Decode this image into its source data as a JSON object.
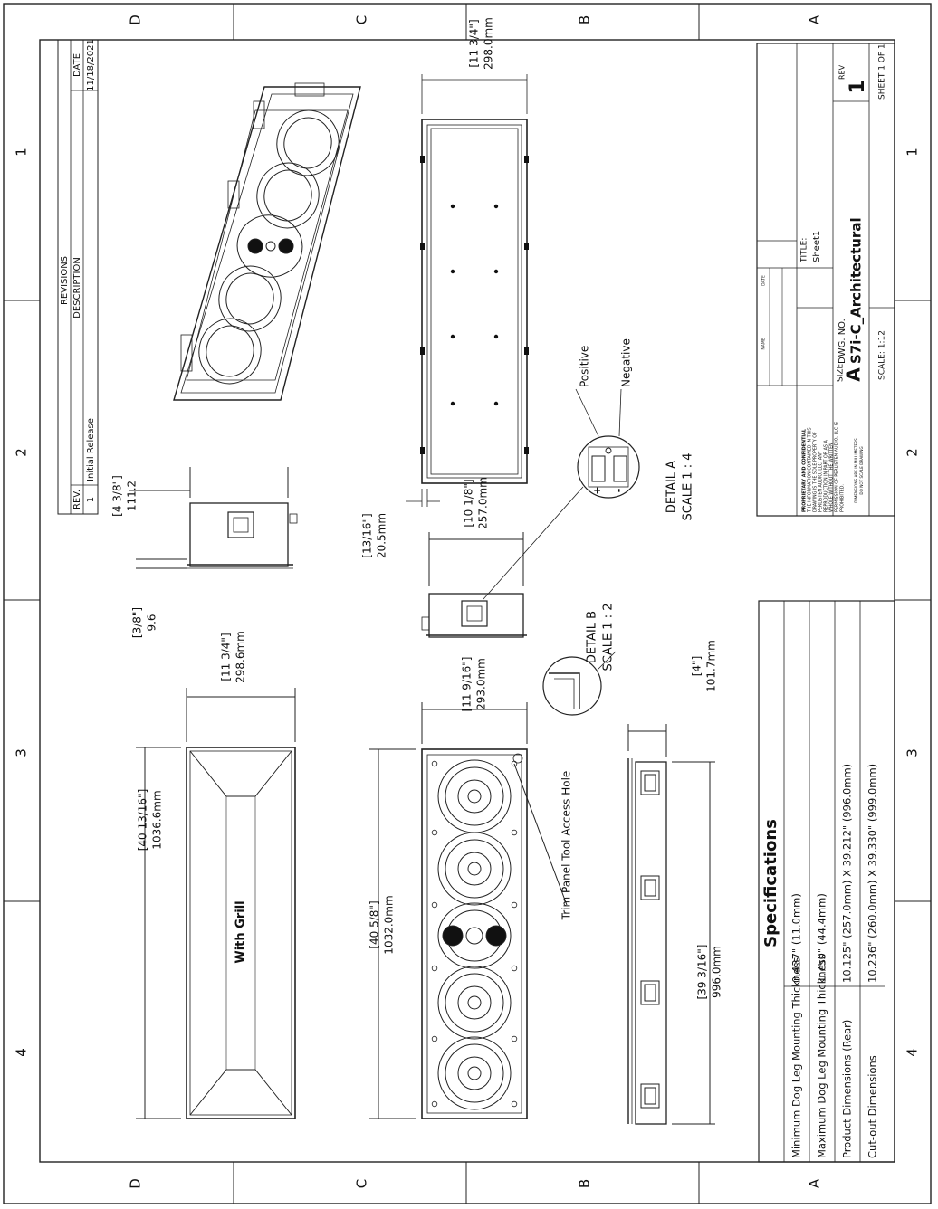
{
  "zones": {
    "letters": [
      "D",
      "C",
      "B",
      "A"
    ],
    "numbers": [
      "1",
      "2",
      "3",
      "4"
    ]
  },
  "revisions": {
    "title": "REVISIONS",
    "col_rev": "REV.",
    "col_desc": "DESCRIPTION",
    "col_date": "DATE",
    "row": {
      "rev": "1",
      "desc": "Initial Release",
      "date": "11/18/2021"
    }
  },
  "dimensions": {
    "grill_len_in": "[40 13/16\"]",
    "grill_len_mm": "1036.6mm",
    "grill_w_in": "[11 3/4\"]",
    "grill_w_mm": "298.6mm",
    "grill_label": "With Grill",
    "face_len_in": "[40 5/8\"]",
    "face_len_mm": "1032.0mm",
    "face_w_in": "[11 9/16\"]",
    "face_w_mm": "293.0mm",
    "rear_len_in": "[39 3/16\"]",
    "rear_len_mm": "996.0mm",
    "rear_depth_in": "[4\"]",
    "rear_depth_mm": "101.7mm",
    "back_w_in": "[11 3/4\"]",
    "back_w_mm": "298.0mm",
    "back_h_in": "[10 1/8\"]",
    "back_h_mm": "257.0mm",
    "flange_in": "[13/16\"]",
    "flange_mm": "20.5mm",
    "side_d_in": "[4 3/8\"]",
    "side_d_mm": "111.2",
    "side_t_in": "[3/8\"]",
    "side_t_mm": "9.6"
  },
  "details": {
    "a_title": "DETAIL A",
    "a_scale": "SCALE 1 : 4",
    "b_title": "DETAIL B",
    "b_scale": "SCALE 1 : 2",
    "positive": "Positive",
    "negative": "Negative",
    "plus": "+",
    "minus": "-",
    "trim_hole": "Trim Panel Tool Access Hole"
  },
  "specs": {
    "title": "Specifications",
    "rows": [
      {
        "label": "Minimum Dog Leg Mounting Thickness",
        "value": "0.437\" (11.0mm)"
      },
      {
        "label": "Maximum Dog Leg Mounting Thickness",
        "value": "1.750\" (44.4mm)"
      },
      {
        "label": "Product Dimensions (Rear)",
        "value": "10.125\" (257.0mm) X 39.212\" (996.0mm)"
      },
      {
        "label": "Cut-out Dimensions",
        "value": "10.236\" (260.0mm) X 39.330\" (999.0mm)"
      }
    ]
  },
  "title_block": {
    "prop_title": "PROPRIETARY AND CONFIDENTIAL",
    "prop_l1": "THE INFORMATION CONTAINED IN THIS",
    "prop_l2": "DRAWING IS THE SOLE PROPERTY OF",
    "prop_l3": "PERLISTEN AUDIO, LLC. ANY",
    "prop_l4": "REPRODUCTION IN PART OR AS A",
    "prop_l5": "WHOLE WITHOUT THE WRITTEN",
    "prop_l6": "PERMISSION OF PERLISTEN AUDIO, LLC IS",
    "prop_l7": "PROHIBITED.",
    "units_l1": "DIMENSIONS ARE IN MILLIMETERS",
    "units_l2": "DO NOT SCALE DRAWING",
    "name_label": "NAME",
    "date_label": "DATE",
    "title_label": "TITLE:",
    "title_value": "Sheet1",
    "size_label": "SIZE",
    "size_value": "A",
    "dwg_label": "DWG. NO.",
    "dwg_value": "S7i-C_Architectural",
    "rev_label": "REV",
    "rev_value": "1",
    "scale": "SCALE: 1:12",
    "sheet": "SHEET 1 OF 1"
  }
}
